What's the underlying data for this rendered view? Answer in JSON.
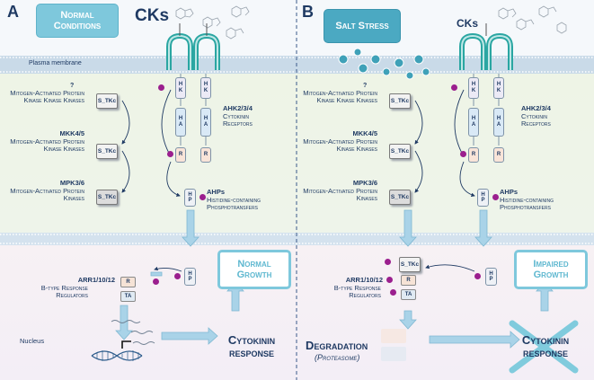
{
  "panel_a": {
    "letter": "A",
    "condition": "Normal Conditions",
    "cks": "CKs",
    "membrane": "Plasma membrane",
    "mapkkk_q": "?",
    "mapkkk_label": "Mitogen-Activated Protein Kinase Kinase Kinases",
    "mapkk_name": "MKK4/5",
    "mapkk_label": "Mitogen-Activated Protein Kinase Kinases",
    "mapk_name": "MPK3/6",
    "mapk_label": "Mitogen-Activated Protein Kinases",
    "kinase_tag": "S_TKc",
    "ahk_name": "AHK2/3/4",
    "ahk_label": "Cytokinin Receptors",
    "ahp_name": "AHPs",
    "ahp_label": "Histidine-containing Phosphotransfers",
    "arr_name": "ARR1/10/12",
    "arr_label": "B-type Response Regulators",
    "nucleus": "Nucleus",
    "outcome": "Normal Growth",
    "response": "Cytokinin response"
  },
  "panel_b": {
    "letter": "B",
    "condition": "Salt Stress",
    "cks": "CKs",
    "mapkkk_q": "?",
    "mapkkk_label": "Mitogen-Activated Protein Kinase Kinase Kinases",
    "mapkk_name": "MKK4/5",
    "mapkk_label": "Mitogen-Activated Protein Kinase Kinases",
    "mapk_name": "MPK3/6",
    "mapk_label": "Mitogen-Activated Protein Kinases",
    "kinase_tag": "S_TKc",
    "ahk_name": "AHK2/3/4",
    "ahk_label": "Cytokinin Receptors",
    "ahp_name": "AHPs",
    "ahp_label": "Histidine-containing Phosphotransfers",
    "arr_name": "ARR1/10/12",
    "arr_label": "B-type Response Regulators",
    "degradation": "Degradation",
    "proteasome": "(Proteasome)",
    "outcome": "Impaired Growth",
    "response": "Cytokinin response"
  },
  "domains": {
    "hk_top": "H",
    "hk_bot": "K",
    "ha_top": "H",
    "ha_bot": "A",
    "rr": "R",
    "hp_top": "H",
    "hp_bot": "P",
    "ta": "TA"
  },
  "colors": {
    "header_box": "#7ec8dc",
    "outcome_border": "#7ec8dc",
    "arrow": "#8fc6e0",
    "phospho_dot": "#9b1f8e",
    "text": "#1f3a63"
  }
}
